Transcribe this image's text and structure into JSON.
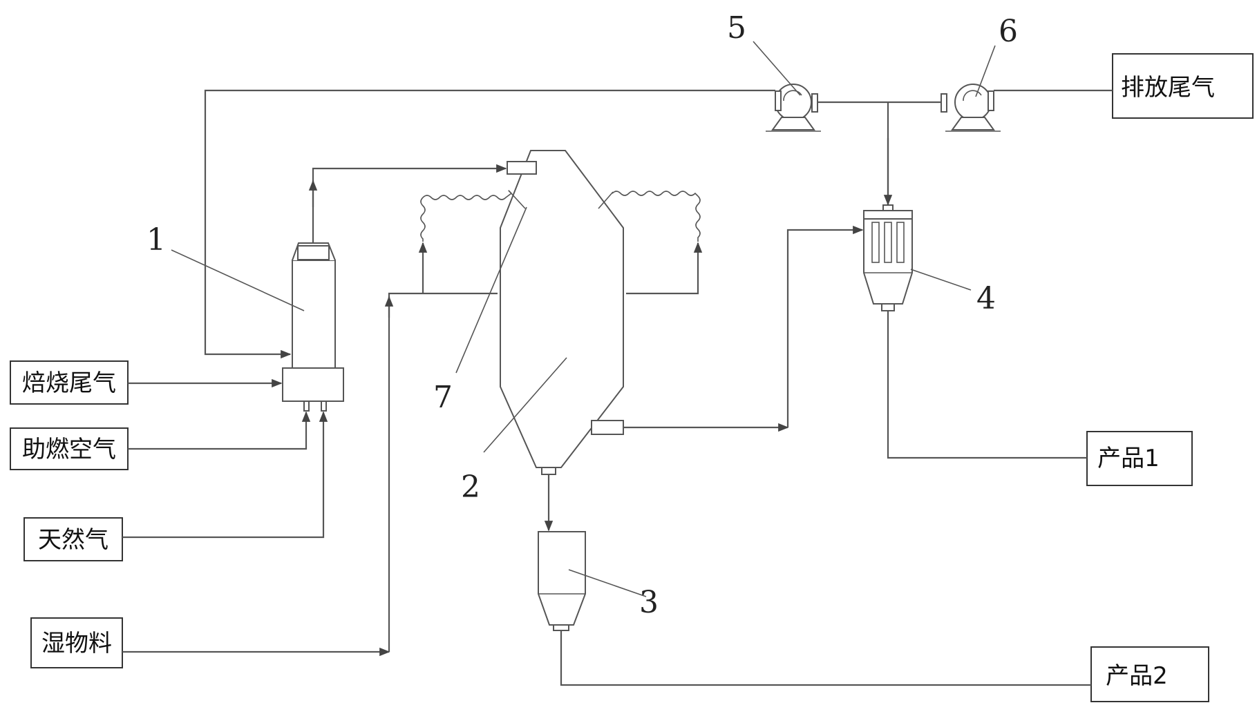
{
  "inputs": {
    "roasting_tail_gas": "焙烧尾气",
    "combustion_air": "助燃空气",
    "natural_gas": "天然气",
    "wet_material": "湿物料"
  },
  "outputs": {
    "exhaust_gas": "排放尾气",
    "product_1": "产品1",
    "product_2": "产品2"
  },
  "callouts": {
    "n1": "1",
    "n2": "2",
    "n3": "3",
    "n4": "4",
    "n5": "5",
    "n6": "6",
    "n7": "7"
  }
}
